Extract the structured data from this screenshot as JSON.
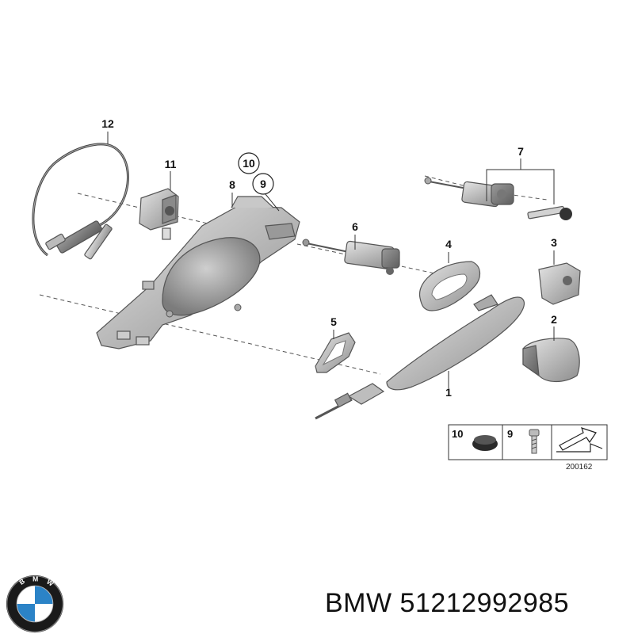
{
  "callouts": {
    "c1": "1",
    "c2": "2",
    "c3": "3",
    "c4": "4",
    "c5": "5",
    "c6": "6",
    "c7": "7",
    "c8": "8",
    "c9": "9",
    "c10": "10",
    "c11": "11",
    "c12": "12"
  },
  "legend": {
    "item10": "10",
    "item9": "9",
    "ref": "200162"
  },
  "logo": {
    "letters": "BMW",
    "colors": {
      "blue": "#2b83c7",
      "white": "#ffffff",
      "ring": "#1a1a1a"
    }
  },
  "caption": {
    "brand": "BMW",
    "part_number": "51212992985"
  }
}
